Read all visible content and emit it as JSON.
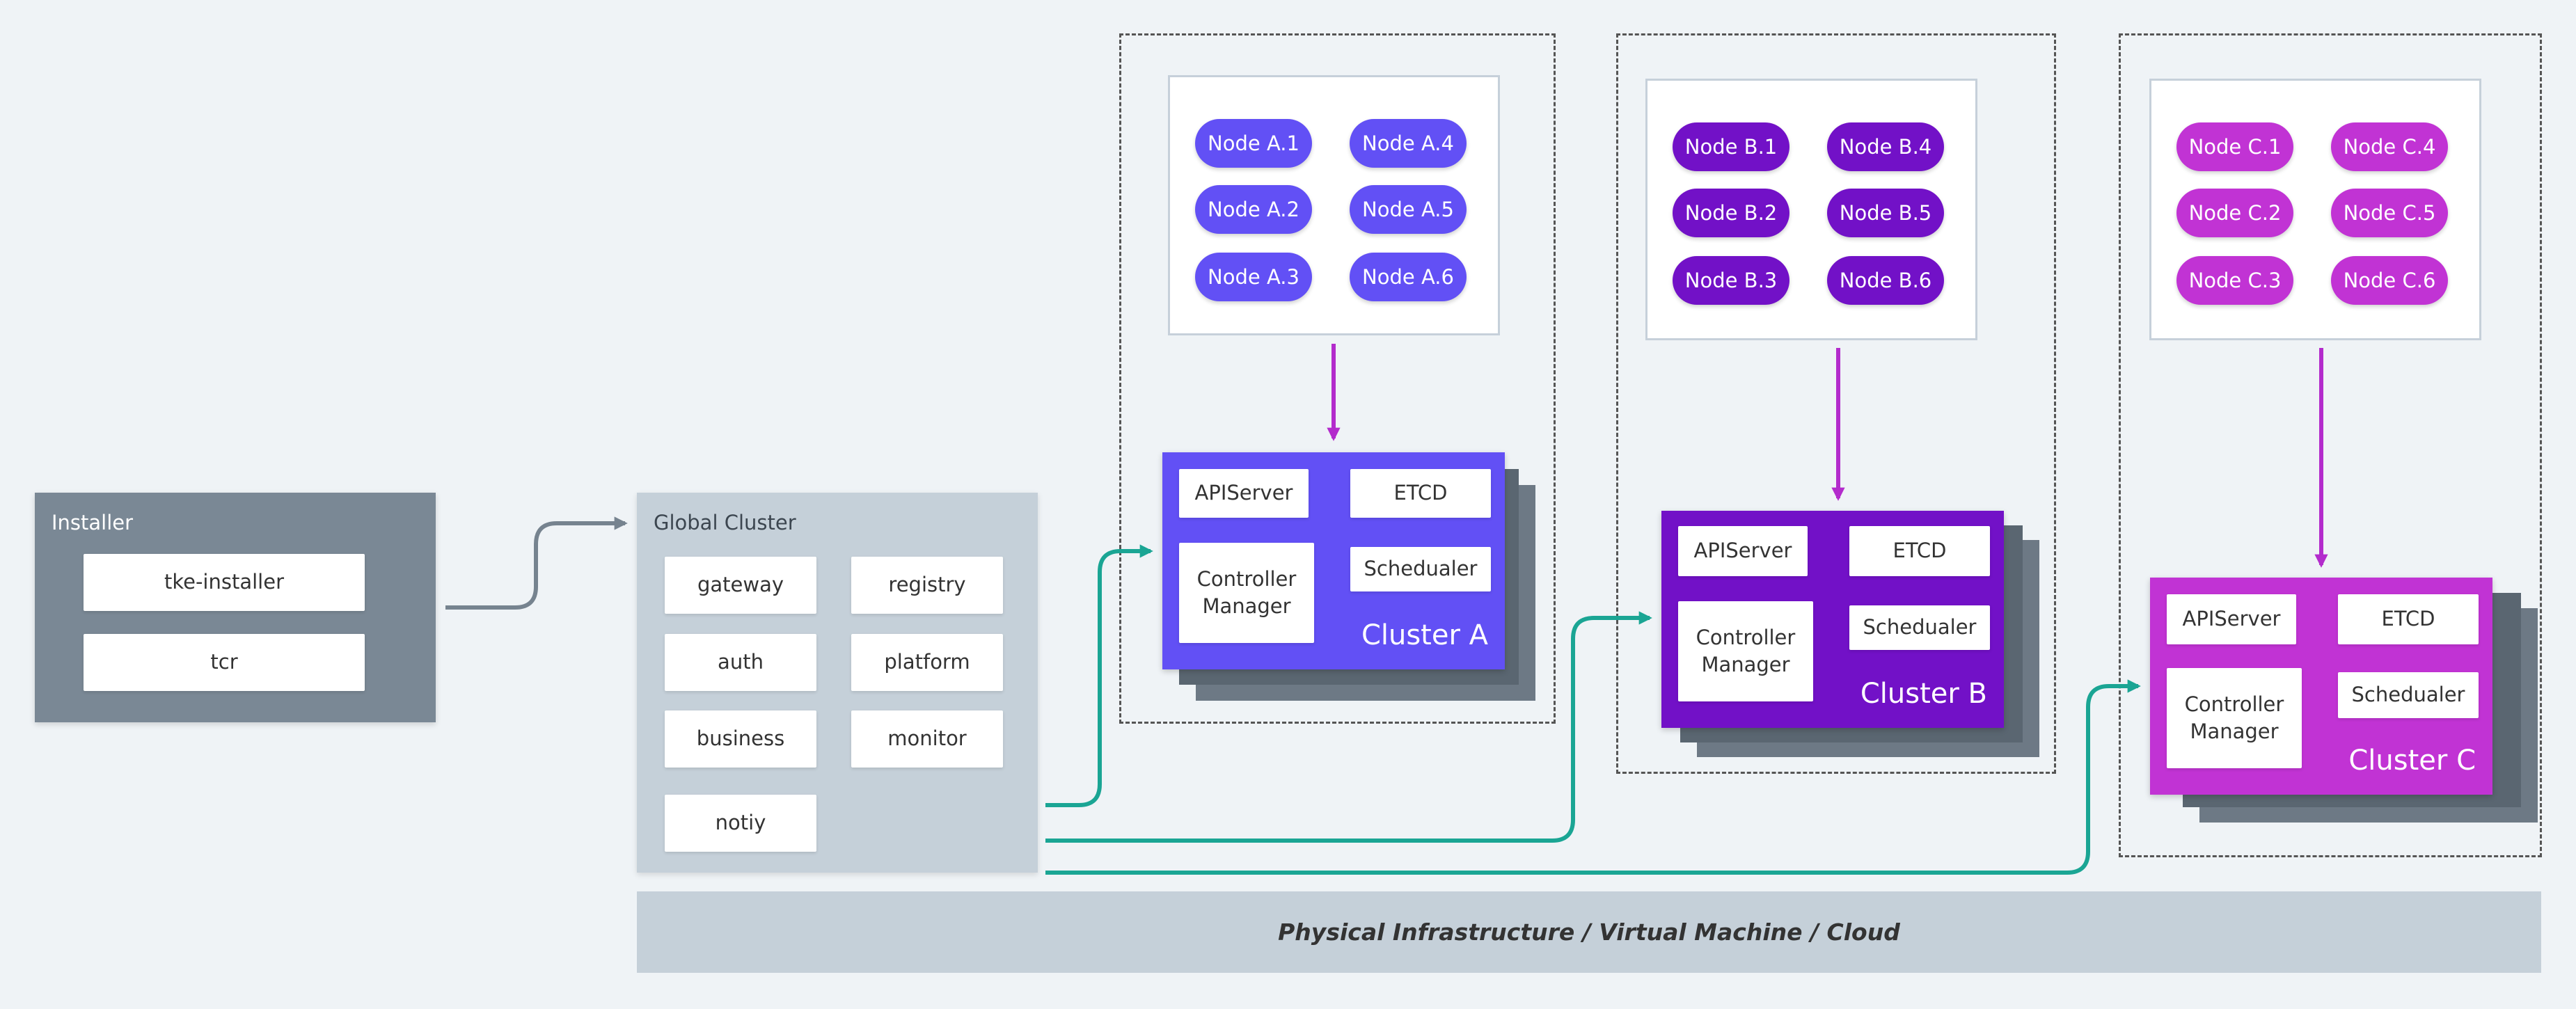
{
  "installer": {
    "title": "Installer",
    "items": [
      "tke-installer",
      "tcr"
    ]
  },
  "global_cluster": {
    "title": "Global Cluster",
    "services": [
      "gateway",
      "registry",
      "auth",
      "platform",
      "business",
      "monitor",
      "notiy"
    ]
  },
  "clusters": [
    {
      "id": "a",
      "name": "Cluster A",
      "color": "#6250f5",
      "nodes": [
        "Node A.1",
        "Node A.4",
        "Node A.2",
        "Node A.5",
        "Node A.3",
        "Node A.6"
      ],
      "components": {
        "api": "APIServer",
        "etcd": "ETCD",
        "cm": "Controller Manager",
        "sched": "Schedualer"
      }
    },
    {
      "id": "b",
      "name": "Cluster B",
      "color": "#7211c7",
      "nodes": [
        "Node B.1",
        "Node B.4",
        "Node B.2",
        "Node B.5",
        "Node B.3",
        "Node B.6"
      ],
      "components": {
        "api": "APIServer",
        "etcd": "ETCD",
        "cm": "Controller Manager",
        "sched": "Schedualer"
      }
    },
    {
      "id": "c",
      "name": "Cluster C",
      "color": "#c133d4",
      "nodes": [
        "Node C.1",
        "Node C.4",
        "Node C.2",
        "Node C.5",
        "Node C.3",
        "Node C.6"
      ],
      "components": {
        "api": "APIServer",
        "etcd": "ETCD",
        "cm": "Controller Manager",
        "sched": "Schedualer"
      }
    }
  ],
  "infra": {
    "label": "Physical Infrastructure / Virtual Machine / Cloud"
  },
  "colors": {
    "teal_arrow": "#1aa594",
    "gray_arrow": "#76838f",
    "node_arrow": "#b32bcc"
  }
}
